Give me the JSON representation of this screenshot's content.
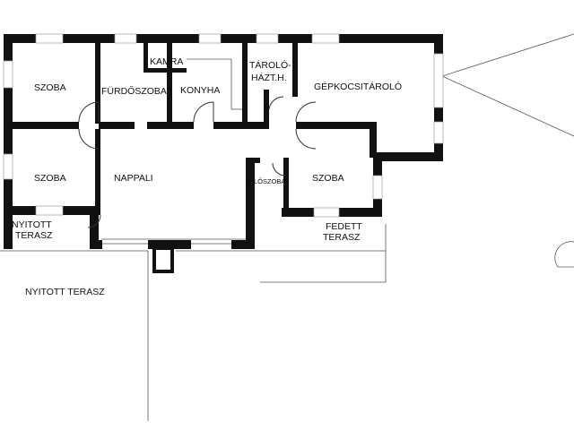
{
  "rooms": {
    "szoba_1": "SZOBA",
    "furdoszoba": "FÜRDŐSZOBA",
    "kamra": "KAMRA",
    "konyha": "KONYHA",
    "tarolo_line1": "TÁROLÓ-",
    "tarolo_line2": "HÁZT.H.",
    "gepkocsitarolo": "GÉPKOCSITÁROLÓ",
    "szoba_2": "SZOBA",
    "nappali": "NAPPALI",
    "eloszoba": "ELŐSZOBA",
    "szoba_3": "SZOBA",
    "nyitott_terasz_small_line1": "NYITOTT",
    "nyitott_terasz_small_line2": "TERASZ",
    "fedett_terasz_line1": "FEDETT",
    "fedett_terasz_line2": "TERASZ",
    "nyitott_terasz_large": "NYITOTT TERASZ"
  }
}
